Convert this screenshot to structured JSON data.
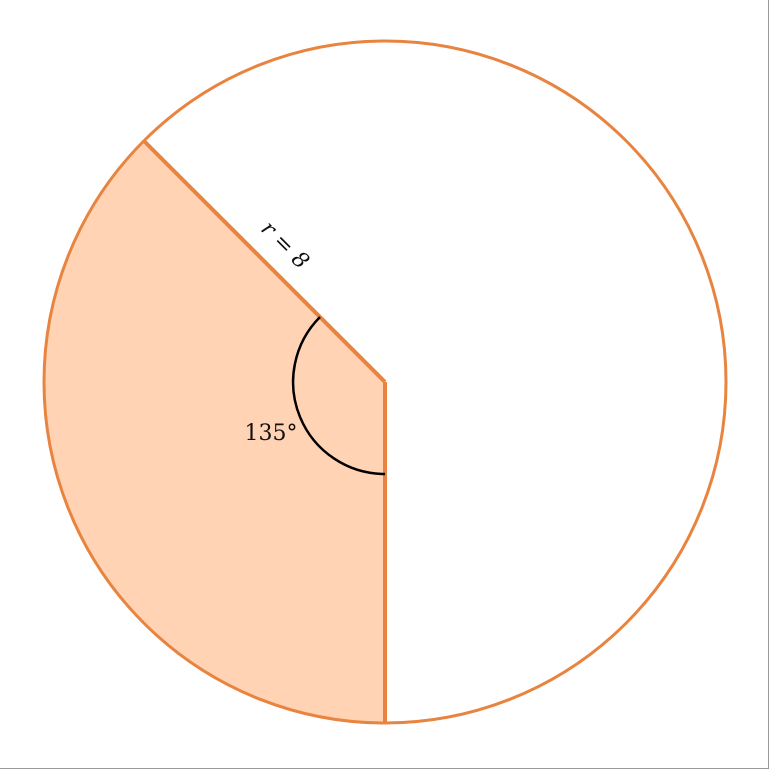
{
  "diagram": {
    "radius_label": "r = 8",
    "angle_label": "135°",
    "radius": 8,
    "sector_angle_deg": 135
  },
  "colors": {
    "circle_stroke": "#E8843F",
    "sector_fill": "#FFD3B3",
    "angle_arc": "#000000"
  }
}
